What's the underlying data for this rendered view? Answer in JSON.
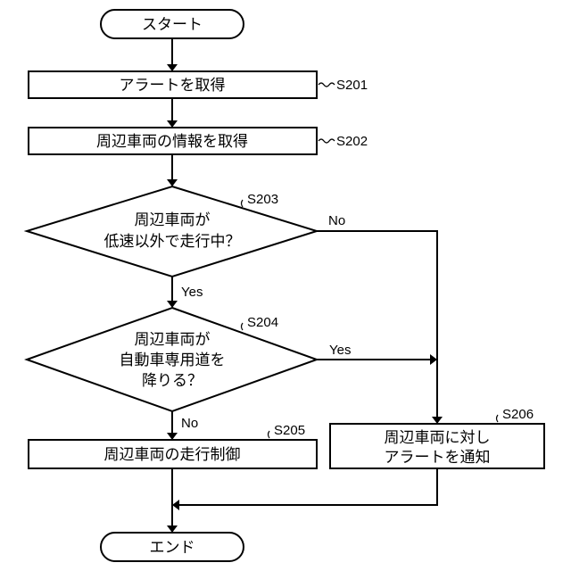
{
  "start": "スタート",
  "end": "エンド",
  "steps": {
    "s201": {
      "id": "S201",
      "text": "アラートを取得"
    },
    "s202": {
      "id": "S202",
      "text": "周辺車両の情報を取得"
    },
    "s203": {
      "id": "S203",
      "lines": [
        "周辺車両が",
        "低速以外で走行中？"
      ]
    },
    "s204": {
      "id": "S204",
      "lines": [
        "周辺車両が",
        "自動車専用道を",
        "降りる？"
      ]
    },
    "s205": {
      "id": "S205",
      "text": "周辺車両の走行制御"
    },
    "s206": {
      "id": "S206",
      "lines": [
        "周辺車両に対し",
        "アラートを通知"
      ]
    }
  },
  "branches": {
    "s203_yes": "Yes",
    "s203_no": "No",
    "s204_yes": "Yes",
    "s204_no": "No"
  }
}
